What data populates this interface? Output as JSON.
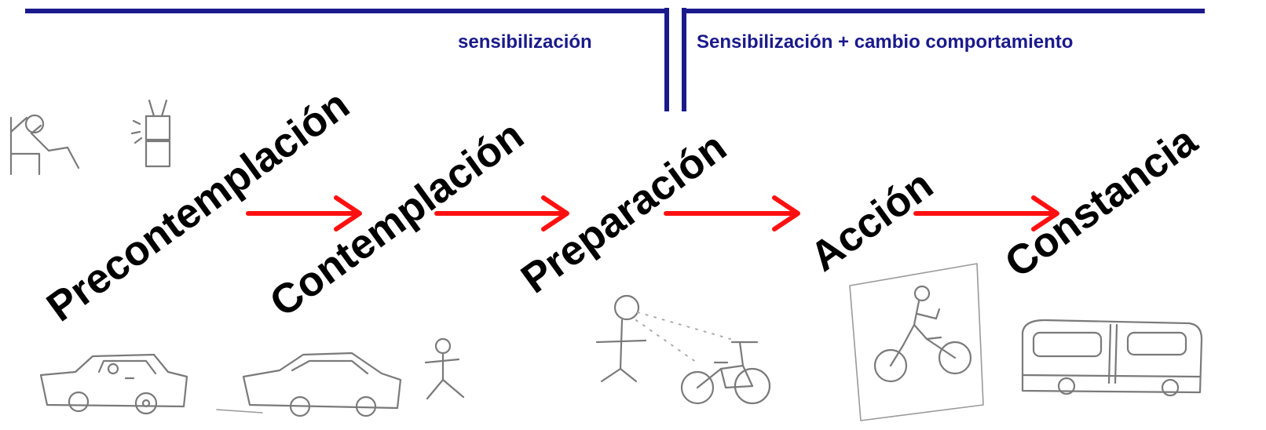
{
  "phases": {
    "left": "sensibilización",
    "right": "Sensibilización + cambio comportamiento"
  },
  "stages": [
    {
      "label": "Precontemplación"
    },
    {
      "label": "Contemplación"
    },
    {
      "label": "Preparación"
    },
    {
      "label": "Acción"
    },
    {
      "label": "Constancia"
    }
  ],
  "colors": {
    "bracket": "#1a1a8c",
    "arrow": "#ff1010",
    "stage_text": "#000000",
    "sketch": "#7a7a7a"
  },
  "icons": [
    "person-reclining-icon",
    "television-icon",
    "car-with-driver-icon",
    "car-icon",
    "stick-figure-icon",
    "stick-figure-looking-icon",
    "bicycle-icon",
    "cyclist-icon",
    "bus-icon"
  ]
}
